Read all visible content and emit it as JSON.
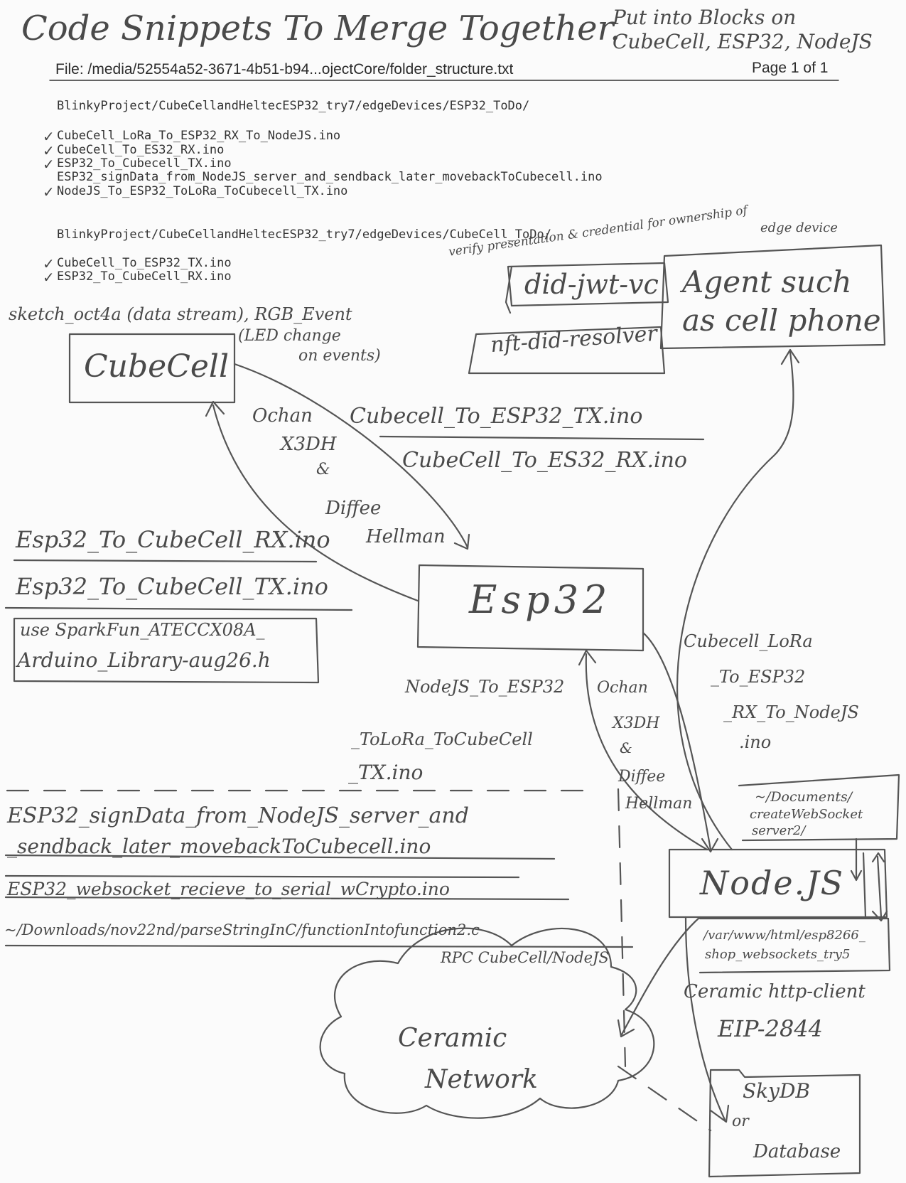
{
  "header": {
    "title": "Code Snippets To Merge Together.",
    "note_line1": "Put into Blocks on",
    "note_line2": "CubeCell, ESP32, NodeJS",
    "file_label": "File: /media/52554a52-3671-4b51-b94...ojectCore/folder_structure.txt",
    "page_label": "Page 1 of 1"
  },
  "listing": {
    "dir1": "BlinkyProject/CubeCellandHeltecESP32_try7/edgeDevices/ESP32_ToDo/",
    "files1": [
      {
        "check": "✓",
        "name": "CubeCell_LoRa_To_ESP32_RX_To_NodeJS.ino"
      },
      {
        "check": "✓",
        "name": "CubeCell_To_ES32_RX.ino"
      },
      {
        "check": "✓",
        "name": "ESP32_To_Cubecell_TX.ino"
      },
      {
        "check": "",
        "name": "ESP32_signData_from_NodeJS_server_and_sendback_later_movebackToCubecell.ino"
      },
      {
        "check": "✓",
        "name": "NodeJS_To_ESP32_ToLoRa_ToCubecell_TX.ino"
      }
    ],
    "dir2": "BlinkyProject/CubeCellandHeltecESP32_try7/edgeDevices/CubeCell_ToDo/",
    "files2": [
      {
        "check": "✓",
        "name": "CubeCell_To_ESP32_TX.ino"
      },
      {
        "check": "✓",
        "name": "ESP32_To_CubeCell_RX.ino"
      }
    ]
  },
  "diagram": {
    "verify_note_1": "verify presentation & credential for ownership of",
    "verify_note_2": "edge device",
    "agent_box": "Agent such as cell phone",
    "did_jwt": "did-jwt-vc",
    "nft_resolver": "nft-did-resolver",
    "sketch_note": "sketch_oct4a (data stream), RGB_Event",
    "led_note_1": "(LED change",
    "led_note_2": "on events)",
    "cubecell_box": "CubeCell",
    "ochan_top_1": "Ochan",
    "ochan_top_2": "X3DH",
    "ochan_top_3": "&",
    "ochan_top_4": "Diffee",
    "ochan_top_5": "Hellman",
    "cc_tx_label": "Cubecell_To_ESP32_TX.ino",
    "cc_rx_label": "CubeCell_To_ES32_RX.ino",
    "esp_rx_label": "Esp32_To_CubeCell_RX.ino",
    "esp_tx_label": "Esp32_To_CubeCell_TX.ino",
    "use_lib_1": "use SparkFun_ATECCX08A_",
    "use_lib_2": "Arduino_Library-aug26.h",
    "esp32_box": "Esp32",
    "cc_lora_1": "Cubecell_LoRa",
    "cc_lora_2": "_To_ESP32",
    "cc_lora_3": "_RX_To_NodeJS",
    "cc_lora_4": ".ino",
    "nodejs_esp_1": "NodeJS_To_ESP32",
    "nodejs_esp_2": "_ToLoRa_ToCubeCell",
    "nodejs_esp_3": "_TX.ino",
    "ochan_bot_1": "Ochan",
    "ochan_bot_2": "X3DH",
    "ochan_bot_3": "&",
    "ochan_bot_4": "Diffee",
    "ochan_bot_5": "Hellman",
    "sign_1": "ESP32_signData_from_NodeJS_server_and",
    "sign_2": "_sendback_later_movebackToCubecell.ino",
    "websocket_file": "ESP32_websocket_recieve_to_serial_wCrypto.ino",
    "downloads_path": "~/Downloads/nov22nd/parseStringInC/functionIntofunction2.c",
    "rpc_label": "RPC CubeCell/NodeJS",
    "docs_1": "~/Documents/",
    "docs_2": "createWebSocket",
    "docs_3": "server2/",
    "nodejs_box": "Node.JS",
    "var_1": "/var/www/html/esp8266_",
    "var_2": "shop_websockets_try5",
    "ceramic_client": "Ceramic http-client",
    "eip": "EIP-2844",
    "ceramic_1": "Ceramic",
    "ceramic_2": "Network",
    "skydb_1": "SkyDB",
    "skydb_2": "or",
    "skydb_3": "Database"
  }
}
